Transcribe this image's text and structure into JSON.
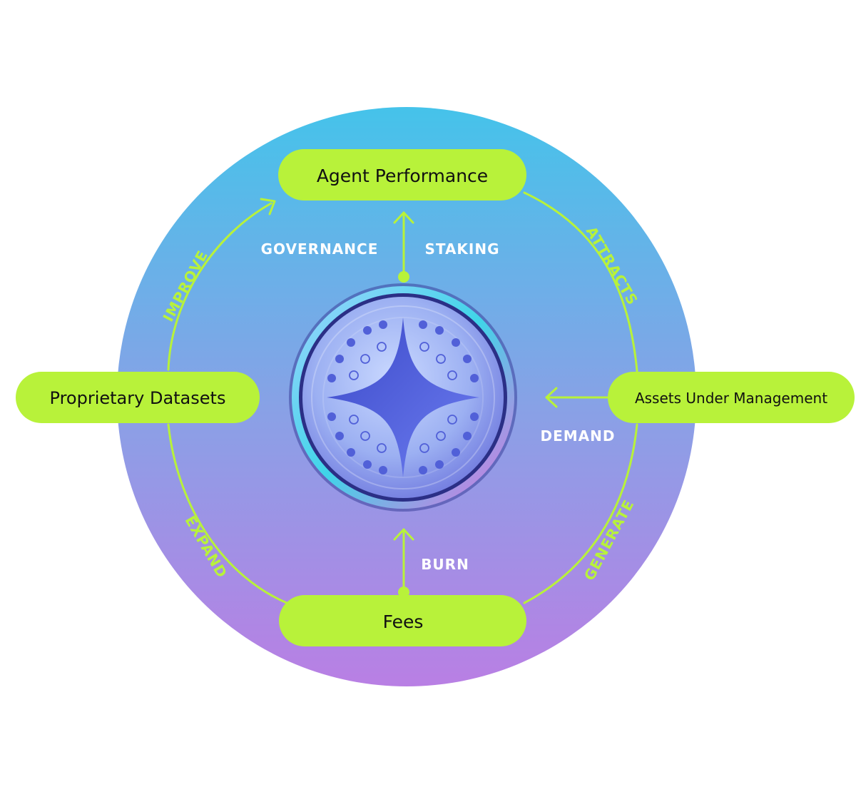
{
  "nodes": {
    "top": "Agent Performance",
    "left": "Proprietary Datasets",
    "right": "Assets Under Management",
    "bottom": "Fees"
  },
  "center_labels": {
    "governance": "GOVERNANCE",
    "staking": "STAKING",
    "demand": "DEMAND",
    "burn": "BURN"
  },
  "cycle_labels": {
    "improve": "IMPROVE",
    "attracts": "ATTRACTS",
    "generate": "GENERATE",
    "expand": "EXPAND"
  },
  "colors": {
    "accent_lime": "#b8f23a",
    "gradient_top": "#45c3ea",
    "gradient_bottom": "#b97fe4",
    "token_core": "#4f5fe0"
  },
  "center_icon": "four-point-star-token"
}
